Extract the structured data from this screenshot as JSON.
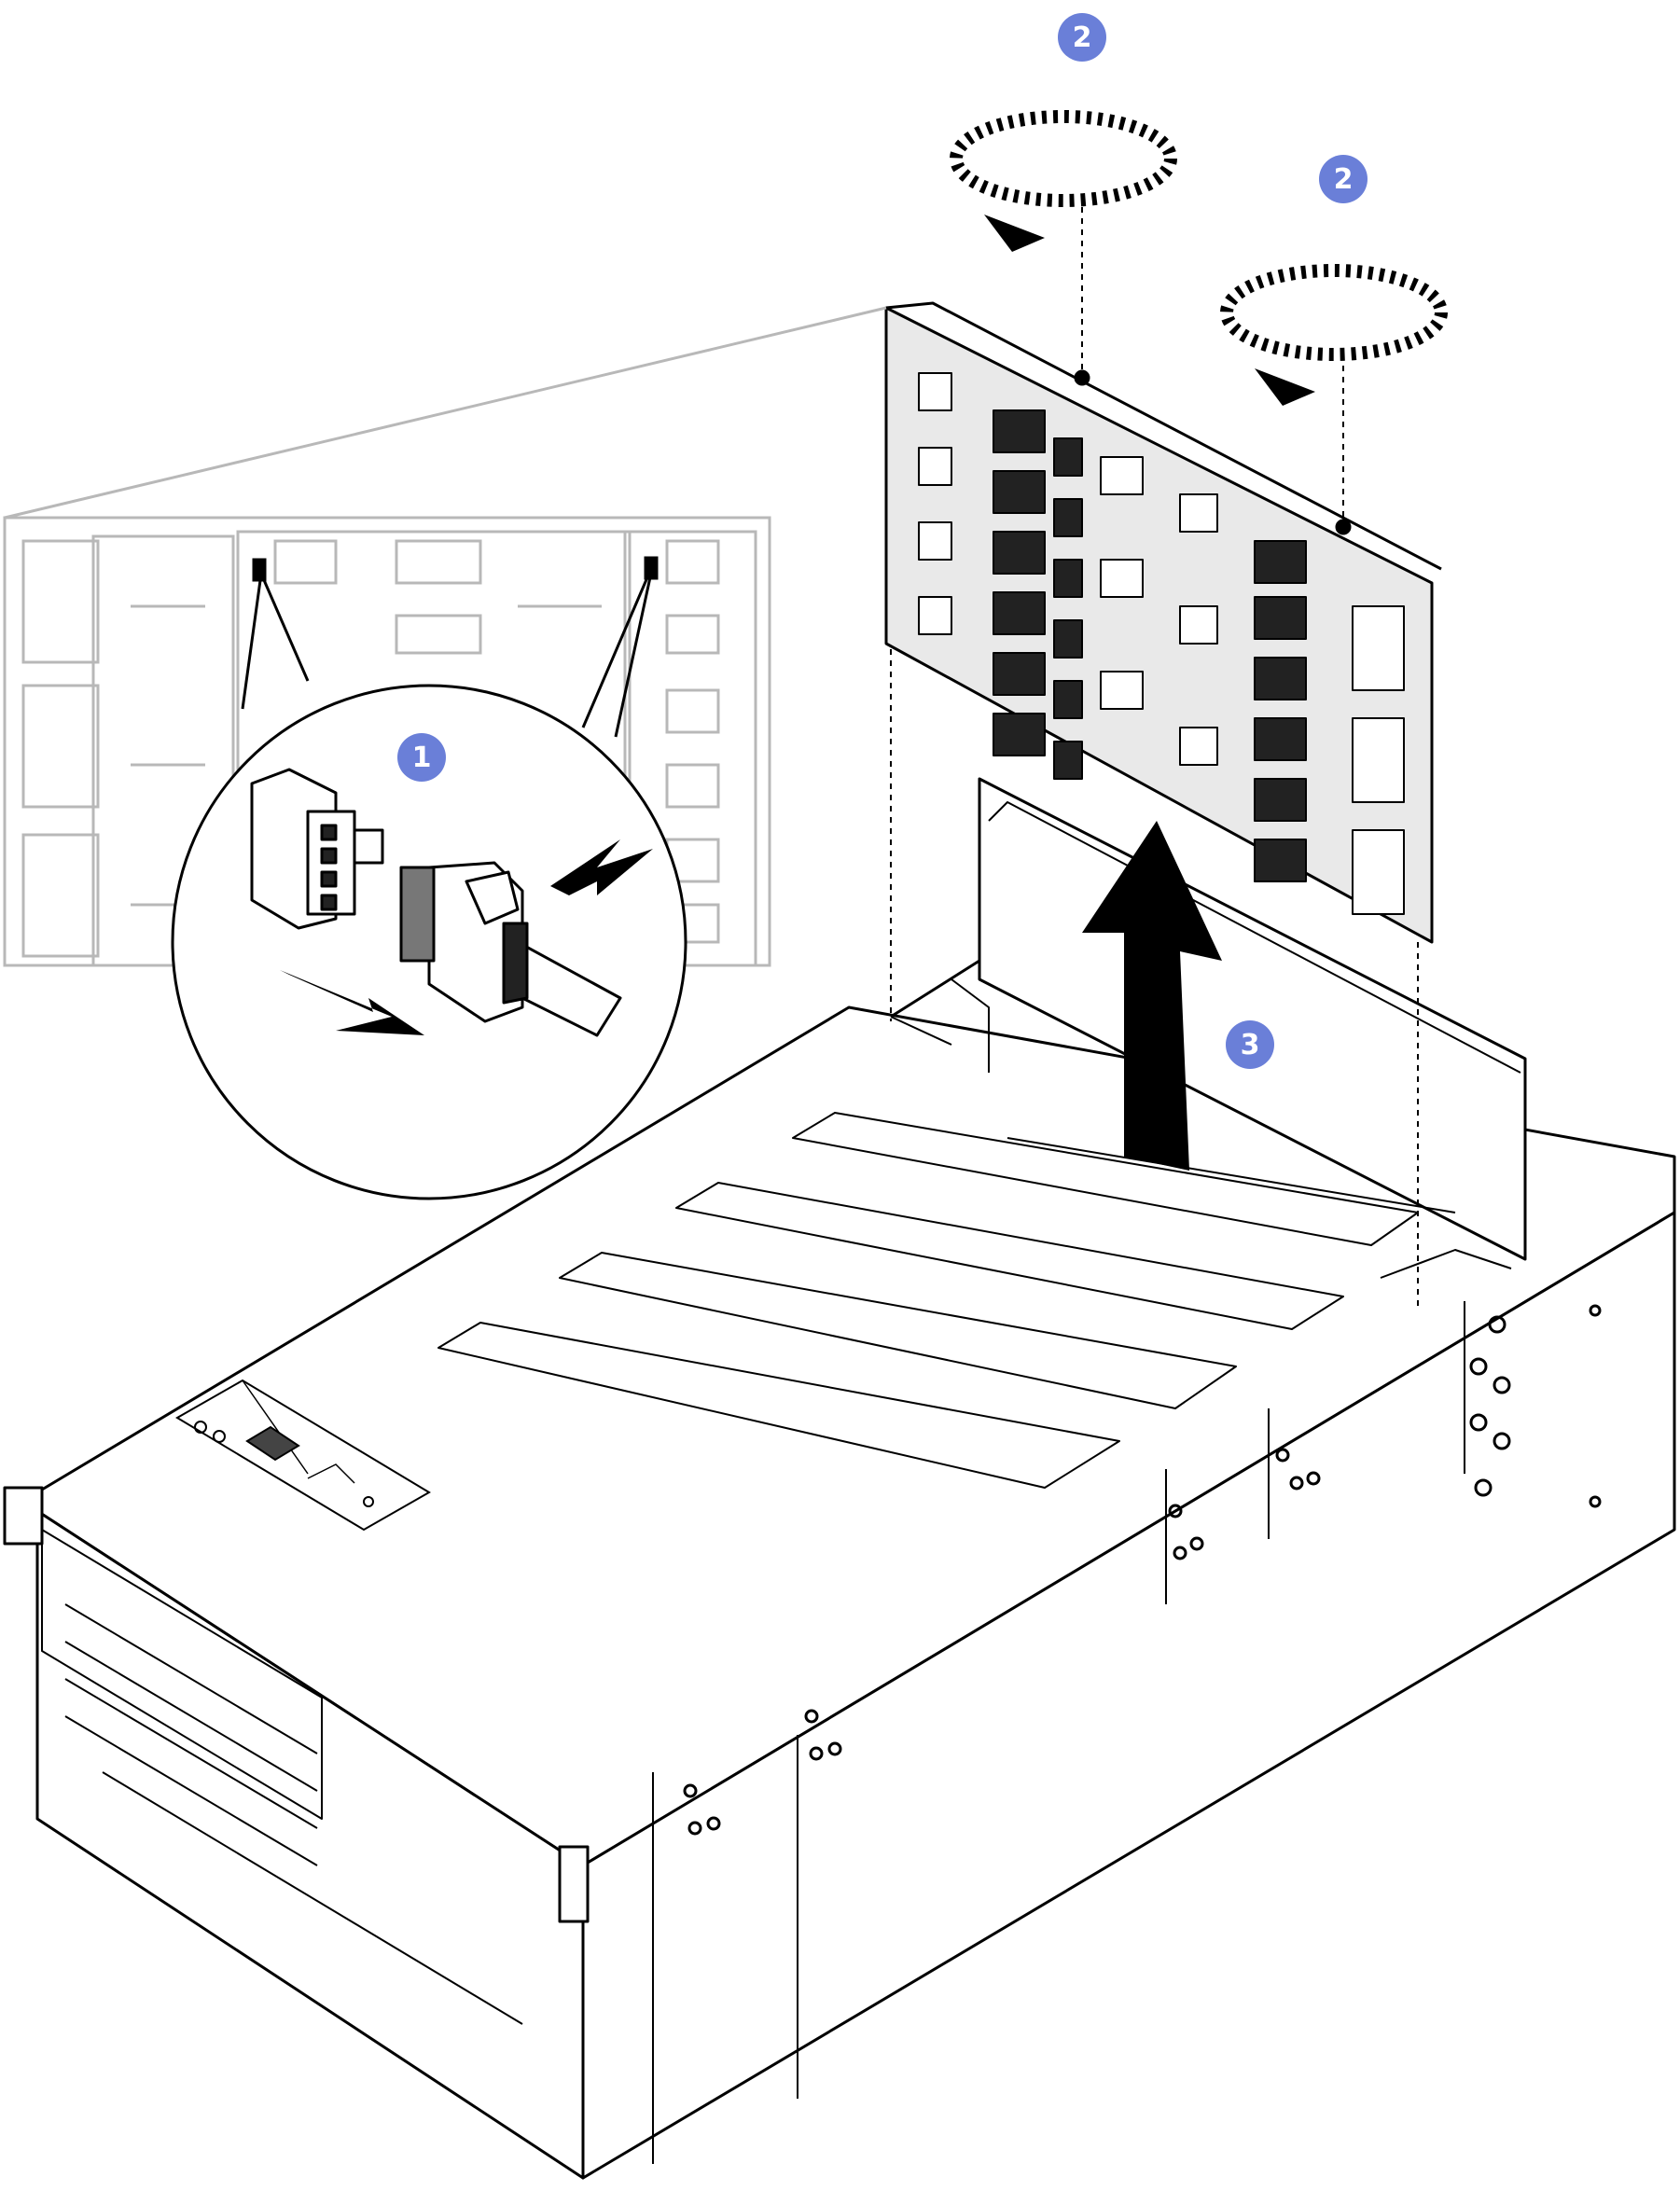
{
  "steps": [
    {
      "id": "step-1",
      "label": "1",
      "action": "disconnect-cable"
    },
    {
      "id": "step-2a",
      "label": "2",
      "action": "loosen-thumbscrew"
    },
    {
      "id": "step-2b",
      "label": "2",
      "action": "loosen-thumbscrew"
    },
    {
      "id": "step-3",
      "label": "3",
      "action": "lift-backplane"
    }
  ],
  "colors": {
    "line": "#000000",
    "faded_line": "#b8b8b8",
    "badge_fill": "#6a7fd8",
    "badge_text": "#ffffff",
    "panel_fill": "#eeeeee",
    "connector_fill": "#222222"
  },
  "icons": {
    "rotate": "rotate-arrow-icon",
    "pull": "pull-arrow-icon",
    "push": "push-arrow-icon",
    "lift": "lift-arrow-icon"
  }
}
